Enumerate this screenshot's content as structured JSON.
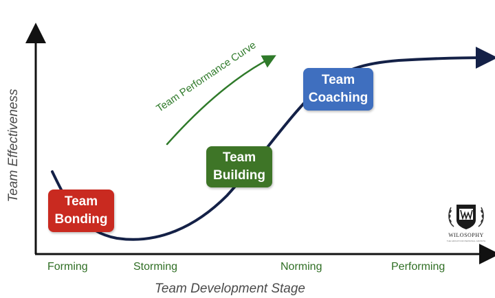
{
  "diagram": {
    "y_axis_title": "Team Effectiveness",
    "x_axis_title": "Team Development Stage",
    "curve_label": "Team Performance Curve",
    "stages": [
      "Forming",
      "Storming",
      "Norming",
      "Performing"
    ],
    "boxes": {
      "bonding": {
        "line1": "Team",
        "line2": "Bonding",
        "color": "#c92a20"
      },
      "building": {
        "line1": "Team",
        "line2": "Building",
        "color": "#3e7527"
      },
      "coaching": {
        "line1": "Team",
        "line2": "Coaching",
        "color": "#3f6fbf"
      }
    },
    "curve_color": "#142147",
    "stage_label_color": "#2f6e24"
  },
  "logo": {
    "wordmark": "WILOSOPHY",
    "tagline": "THE GROUP FOR PERSONAL GROWTH"
  }
}
